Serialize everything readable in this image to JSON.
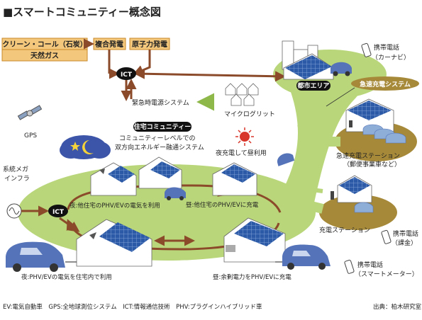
{
  "title": "■スマートコミュニティー概念図",
  "energy_sources": {
    "clean_coal": "クリーン・コール（石炭）",
    "natural_gas": "天然ガス",
    "combined_cycle": "複合発電",
    "nuclear": "原子力発電"
  },
  "ict_label": "ICT",
  "city_area": "都市エリア",
  "rapid_charge_system": "急速充電システム",
  "mobile_car_navi": [
    "携帯電話",
    "（カーナビ）"
  ],
  "mobile_billing": [
    "携帯電話",
    "（課金）"
  ],
  "mobile_smart_meter": [
    "携帯電話",
    "（スマートメーター）"
  ],
  "emergency_power": "緊急時電源システム",
  "micro_grid": "マイクログリット",
  "gps": "GPS",
  "system_mega_infra": [
    "系統メガ",
    "インフラ"
  ],
  "housing_community": {
    "badge": "住宅コミュニティー",
    "desc": [
      "コミュニティーレベルでの",
      "双方向エネルギー融通システム"
    ]
  },
  "night_charge_day_use": "夜充電して昼利用",
  "rapid_charge_station": [
    "急速充電ステーション",
    "（郵便事業車など）"
  ],
  "charge_station": "充電ステーション",
  "night_other_homes": "夜:他住宅のPHV/EVの電気を利用",
  "day_other_homes": "昼:他住宅のPHV/EVに充電",
  "night_own_home": "夜:PHV/EVの電気を住宅内で利用",
  "day_surplus": "昼:余剰電力をPHV/EVに充電",
  "footnote": "EV:電気自動車　GPS:全地球測位システム　ICT:情報通信技術　PHV:プラグインハイブリッド車",
  "source": "出典：柏木研究室",
  "colors": {
    "title": "#e07b0c",
    "source_box": "#f3c77c",
    "source_border": "#c98a2a",
    "ict_black": "#111111",
    "green": "#b9d77a",
    "green_dark": "#8fb84a",
    "brown_arrow": "#8b4a2a",
    "olive_disc": "#a68a3a",
    "car_blue": "#5573b8",
    "solar_blue": "#2d5aa6",
    "night_sky": "#3d55a8",
    "moon_yellow": "#f3d23a",
    "sun_red": "#d8362b"
  }
}
